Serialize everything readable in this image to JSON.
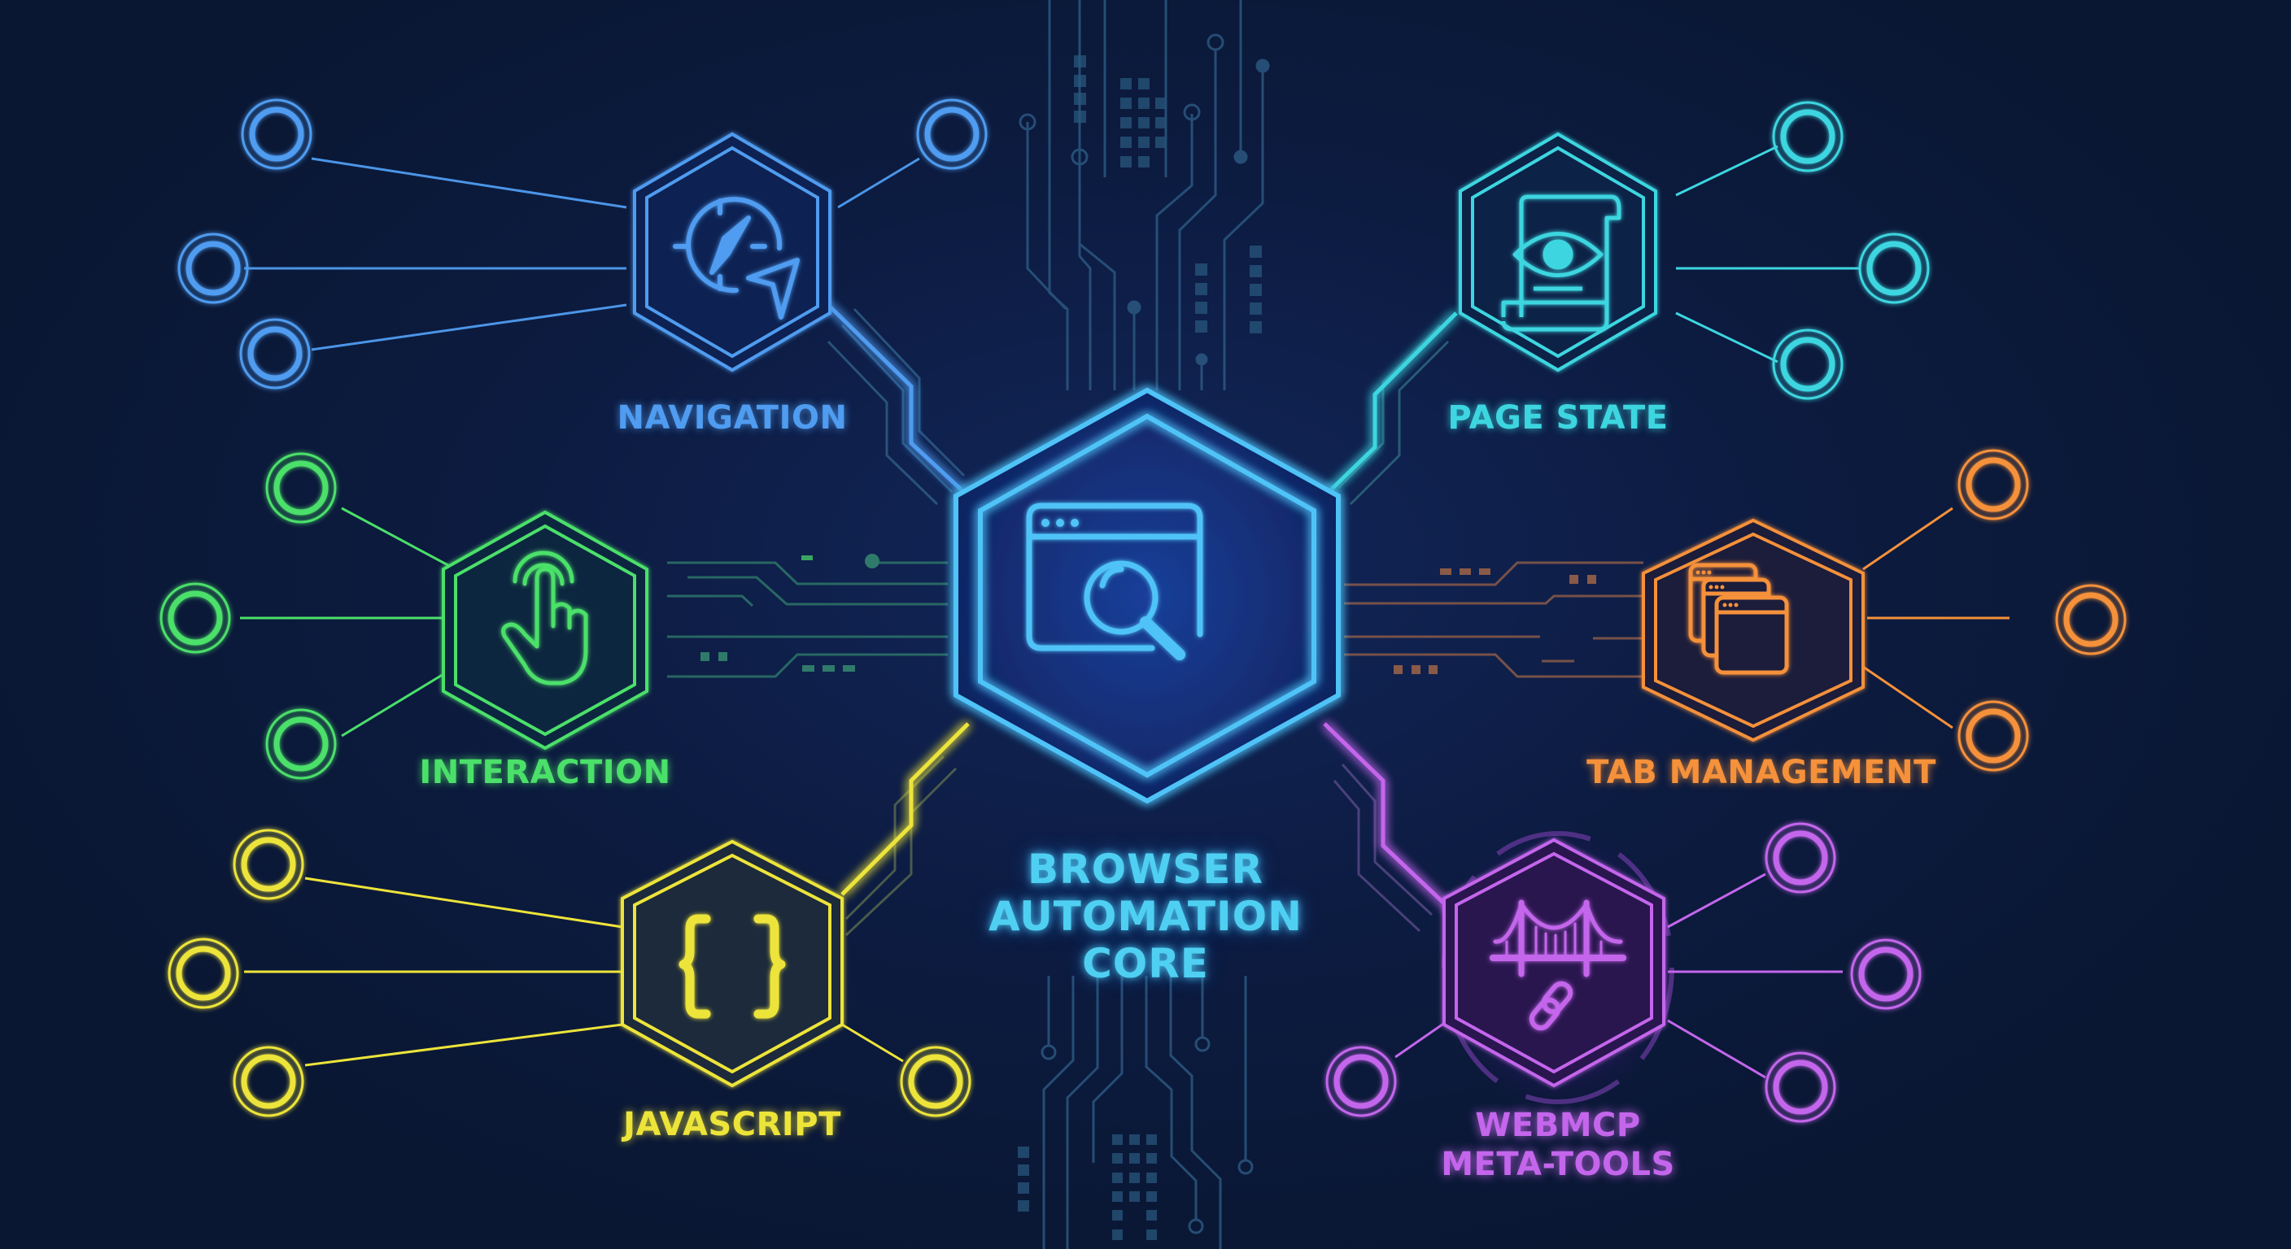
{
  "diagram": {
    "background_color": "#0a1733",
    "core": {
      "label_lines": [
        "BROWSER",
        "AUTOMATION",
        "CORE"
      ],
      "icon": "browser-window-magnifier-icon",
      "color": "#4fc3f7"
    },
    "modules": [
      {
        "id": "navigation",
        "label": "NAVIGATION",
        "icon": "compass-cursor-icon",
        "color": "#4f9cf0",
        "satellites": 4
      },
      {
        "id": "page-state",
        "label": "PAGE STATE",
        "icon": "document-eye-icon",
        "color": "#3dd6e0",
        "satellites": 3
      },
      {
        "id": "interaction",
        "label": "INTERACTION",
        "icon": "tap-hand-icon",
        "color": "#4be06a",
        "satellites": 3
      },
      {
        "id": "tab-management",
        "label": "TAB MANAGEMENT",
        "icon": "stacked-windows-icon",
        "color": "#f5913a",
        "satellites": 3
      },
      {
        "id": "javascript",
        "label": "JAVASCRIPT",
        "icon": "curly-braces-icon",
        "color": "#ede43a",
        "satellites": 4
      },
      {
        "id": "webmcp-meta-tools",
        "label_lines": [
          "WEBMCP",
          "META-TOOLS"
        ],
        "icon": "bridge-link-icon",
        "color": "#c466ec",
        "satellites": 4
      }
    ]
  }
}
